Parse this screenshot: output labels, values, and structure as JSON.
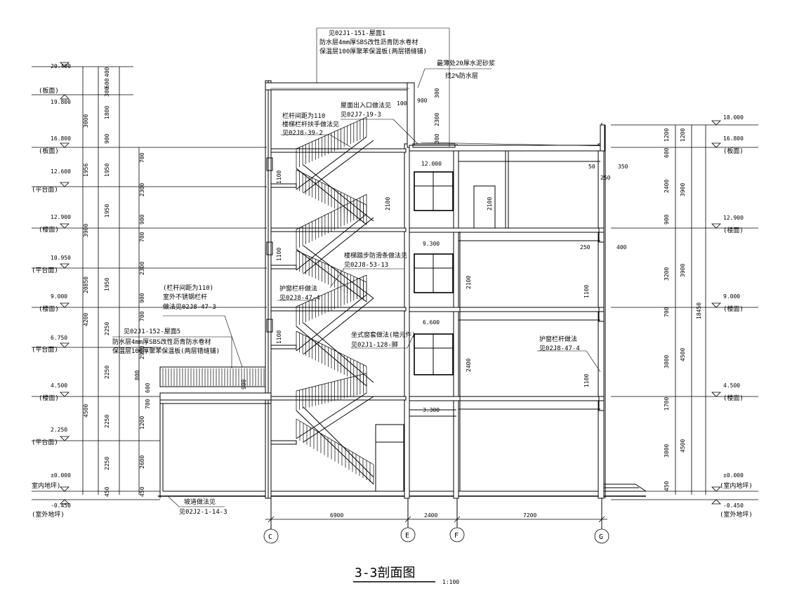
{
  "drawing": {
    "title": "3-3剖面图",
    "scale": "1:100",
    "axes": [
      "C",
      "E",
      "F",
      "G"
    ],
    "spans": [
      "6900",
      "2400",
      "7200"
    ]
  },
  "left_levels": [
    {
      "value": "20.400",
      "label": ""
    },
    {
      "value": "19.800",
      "label": "(板面)"
    },
    {
      "value": "16.800",
      "label": "(板面)"
    },
    {
      "value": "12.600",
      "label": "(平台面)"
    },
    {
      "value": "12.900",
      "label": "(楼面)"
    },
    {
      "value": "10.950",
      "label": "(平台面)"
    },
    {
      "value": "9.000",
      "label": "(楼面)"
    },
    {
      "value": "6.750",
      "label": "(平台面)"
    },
    {
      "value": "4.500",
      "label": "(楼面)"
    },
    {
      "value": "2.250",
      "label": "(平台面)"
    },
    {
      "value": "±0.000",
      "label": "室内地坪)"
    },
    {
      "value": "-0.450",
      "label": "(室外地坪)"
    }
  ],
  "right_levels": [
    {
      "value": "18.000",
      "label": ""
    },
    {
      "value": "16.800",
      "label": "(板面)"
    },
    {
      "value": "12.900",
      "label": "(楼面)"
    },
    {
      "value": "9.000",
      "label": "(楼面)"
    },
    {
      "value": "4.500",
      "label": "(楼面)"
    },
    {
      "value": "±0.000",
      "label": "(室内地坪)"
    },
    {
      "value": "-0.450",
      "label": "(室外地坪)"
    }
  ],
  "left_dims": {
    "col1": [
      "3000",
      "1956",
      "3900",
      "20850",
      "4200",
      "4500"
    ],
    "col2": [
      "400",
      "600",
      "300",
      "1800",
      "900",
      "1950",
      "1950",
      "1950",
      "2250",
      "2250",
      "2250",
      "2250",
      "450"
    ],
    "col3": [
      "700",
      "2300",
      "900",
      "700",
      "2300",
      "900",
      "700",
      "2900",
      "800",
      "600",
      "700",
      "1200",
      "2600",
      "450"
    ]
  },
  "right_dims": {
    "col1": [
      "1200",
      "600",
      "2400",
      "900",
      "700",
      "3200",
      "3800",
      "1700",
      "3800",
      "450"
    ],
    "col2": [
      "1200",
      "3900",
      "3900",
      "4500",
      "4500"
    ],
    "total": "18450"
  },
  "inner_dims": [
    "1100",
    "1100",
    "1100",
    "2100",
    "2100",
    "2400",
    "1100",
    "1100",
    "50",
    "350",
    "250",
    "250",
    "400",
    "100",
    "900",
    "2300",
    "300",
    "300",
    "900"
  ],
  "room_levels": [
    "12.000",
    "9.300",
    "6.600",
    "3.300"
  ],
  "notes": {
    "roof_top": [
      "见02J1-151-屋面1",
      "防水层4mm厚SBS改性沥青防水卷材",
      "保温层100厚聚苯保温板(两层错缝铺)"
    ],
    "roof_right": [
      "最薄处20厚水泥砂浆",
      "找2%防水层"
    ],
    "stair_rail_top": [
      "栏杆间距为110",
      "楼梯栏杆扶手做法见"
    ],
    "stair_rail_top_ref": "见02J8-39-2",
    "roof_exit": "屋面出入口做法见",
    "roof_exit_ref": "见02J7-19-3",
    "stair_slab": "楼梯踏步防滑条做法见",
    "stair_slab_ref": "见02J8-53-13",
    "guard_rail": "护窗栏杆做法",
    "guard_rail_ref": "见02J8-47-4",
    "window_note": "坐式窗套做法(暗元件)",
    "window_ref": "见02J1-128-脚",
    "outdoor_rail": [
      "(栏杆间距为110)",
      "室外不锈钢栏杆",
      "做法见02J8-47-3"
    ],
    "low_roof": [
      "见02J1-152-屋面5",
      "防水层4mm厚SBS改性沥青防水卷材",
      "保温层100厚聚苯保温板(两层错缝铺)"
    ],
    "guard_right": "护窗栏杆做法",
    "guard_right_ref": "见02J8-47-4",
    "ramp": "坡道做法见",
    "ramp_ref": "见02J2-1-14-3"
  }
}
